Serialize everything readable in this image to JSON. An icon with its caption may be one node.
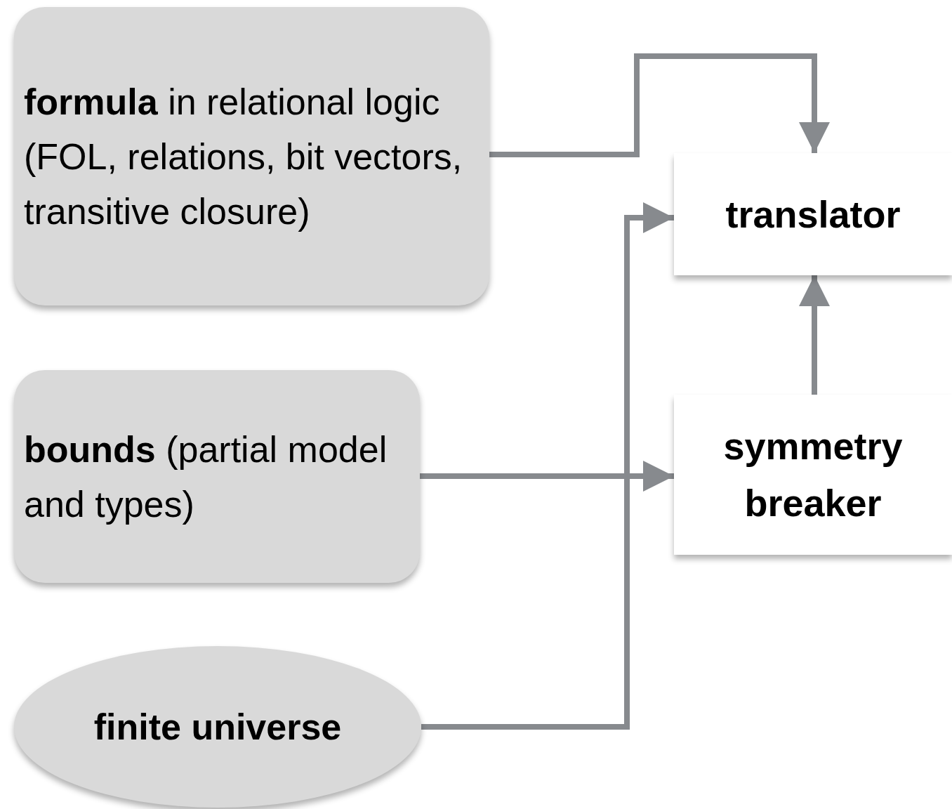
{
  "diagram": {
    "nodes": [
      {
        "text": [
          "**formula** in relational logic (FOL, relations, bit vectors, transitive closure)"
        ]
      },
      {
        "text": [
          "**bounds** (partial model and types)"
        ]
      },
      {
        "text": [
          "finite universe"
        ]
      },
      {
        "text": [
          "translator"
        ]
      },
      {
        "text": [
          "symmetry breaker"
        ]
      }
    ],
    "edges": [
      {
        "from": 0,
        "to": 3,
        "arrow": "to"
      },
      {
        "from": 1,
        "to": 4,
        "arrow": "to"
      },
      {
        "from": 2,
        "to": 3,
        "arrow": "to"
      },
      {
        "from": 4,
        "to": 3,
        "arrow": "to"
      }
    ]
  }
}
